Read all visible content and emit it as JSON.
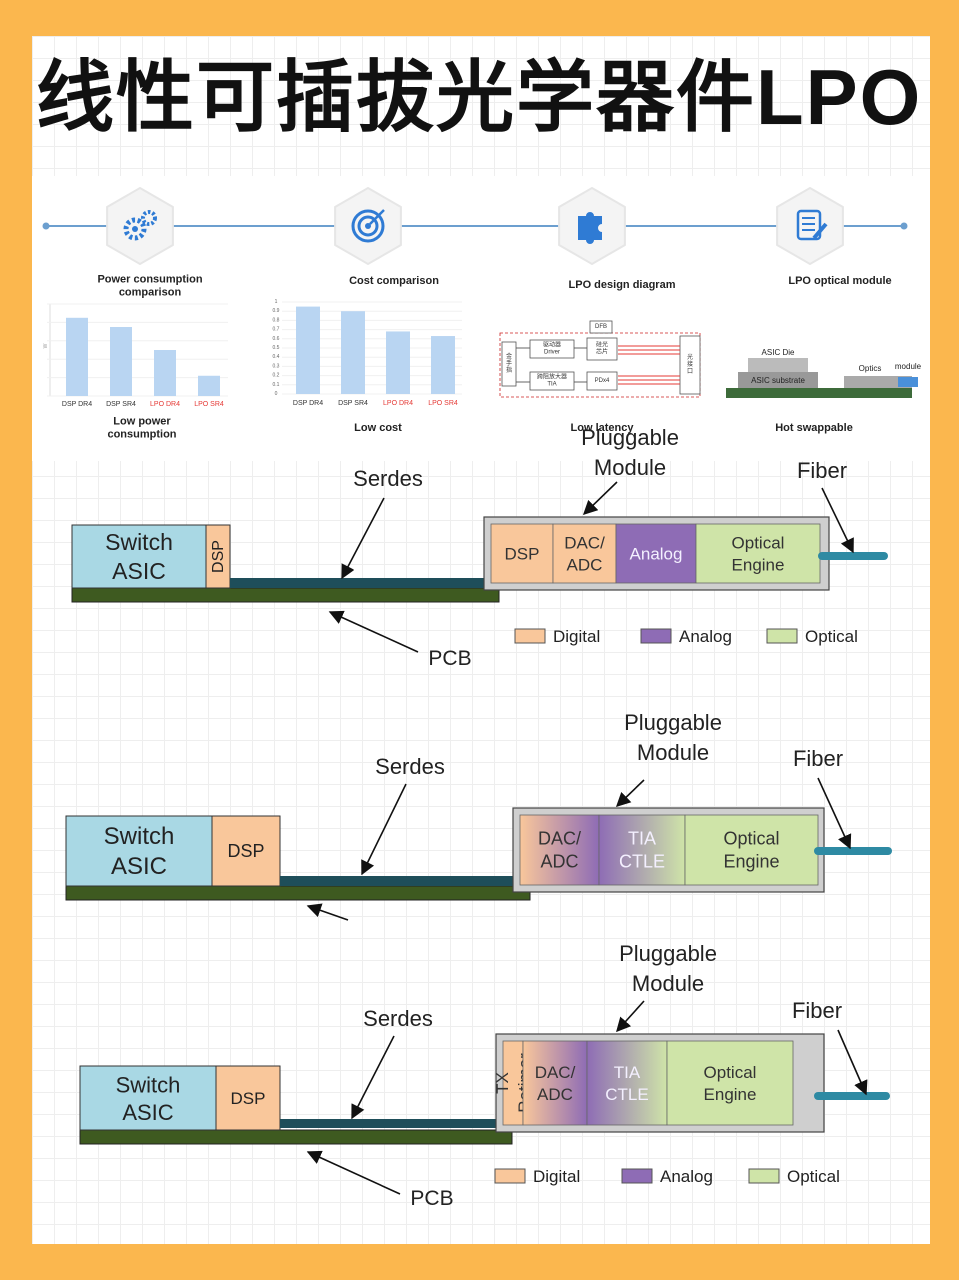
{
  "title": "线性可插拔光学器件LPO",
  "colors": {
    "background": "#fbb74e",
    "switch": "#a9d8e4",
    "digital": "#f9c79b",
    "analog": "#8e6cb5",
    "optical": "#cfe4a8",
    "pcb": "#3e5a20",
    "serdes": "#1e4e5a",
    "fiber": "#2e8aa3",
    "icon": "#2f7bd4"
  },
  "infographic": {
    "steps": [
      {
        "icon": "gears-icon",
        "label": "Power consumption\ncomparison",
        "caption": "Low power\nconsumption"
      },
      {
        "icon": "target-icon",
        "label": "Cost comparison",
        "caption": "Low cost"
      },
      {
        "icon": "puzzle-icon",
        "label": "LPO design diagram",
        "caption": "Low latency"
      },
      {
        "icon": "document-icon",
        "label": "LPO optical module",
        "caption": "Hot swappable"
      }
    ],
    "power_chart": {
      "categories": [
        "DSP DR4",
        "DSP SR4",
        "LPO DR4",
        "LPO SR4"
      ],
      "values": [
        0.85,
        0.75,
        0.5,
        0.22
      ],
      "ylim": [
        0,
        1
      ]
    },
    "cost_chart": {
      "categories": [
        "DSP DR4",
        "DSP SR4",
        "LPO DR4",
        "LPO SR4"
      ],
      "values": [
        0.95,
        0.9,
        0.68,
        0.63
      ],
      "yticks": [
        "0",
        "0.1",
        "0.2",
        "0.3",
        "0.4",
        "0.5",
        "0.6",
        "0.7",
        "0.8",
        "0.9",
        "1"
      ]
    },
    "design": {
      "blocks": [
        "DFB",
        "驱动器\nDriver",
        "硅光\n芯片",
        "跨阻放大器\nTIA",
        "PDx4",
        "光\n接\n口",
        "金\n手\n指"
      ]
    },
    "module": {
      "labels": [
        "ASIC Die",
        "ASIC substrate",
        "Optics",
        "module"
      ]
    }
  },
  "diagrams": [
    {
      "pluggable": "Pluggable\nModule",
      "serdes": "Serdes",
      "fiber": "Fiber",
      "pcb": "PCB",
      "switch": "Switch\nASIC",
      "host_dsp": "DSP",
      "blocks": [
        {
          "label": "DSP",
          "kind": "digital"
        },
        {
          "label": "DAC/\nADC",
          "kind": "digital"
        },
        {
          "label": "Analog",
          "kind": "analog"
        },
        {
          "label": "Optical\nEngine",
          "kind": "optical"
        }
      ],
      "legend": [
        "Digital",
        "Analog",
        "Optical"
      ]
    },
    {
      "pluggable": "Pluggable\nModule",
      "serdes": "Serdes",
      "fiber": "Fiber",
      "switch": "Switch\nASIC",
      "host_dsp": "DSP",
      "blocks": [
        {
          "label": "DAC/\nADC",
          "kind": "digital"
        },
        {
          "label": "TIA\nCTLE",
          "kind": "analog"
        },
        {
          "label": "Optical\nEngine",
          "kind": "optical"
        }
      ]
    },
    {
      "pluggable": "Pluggable\nModule",
      "serdes": "Serdes",
      "fiber": "Fiber",
      "pcb": "PCB",
      "switch": "Switch\nASIC",
      "host_dsp": "DSP",
      "blocks": [
        {
          "label": "TX\nRetimer",
          "kind": "digital"
        },
        {
          "label": "DAC/\nADC",
          "kind": "digital"
        },
        {
          "label": "TIA\nCTLE",
          "kind": "analog"
        },
        {
          "label": "Optical\nEngine",
          "kind": "optical"
        }
      ],
      "legend": [
        "Digital",
        "Analog",
        "Optical"
      ]
    }
  ]
}
